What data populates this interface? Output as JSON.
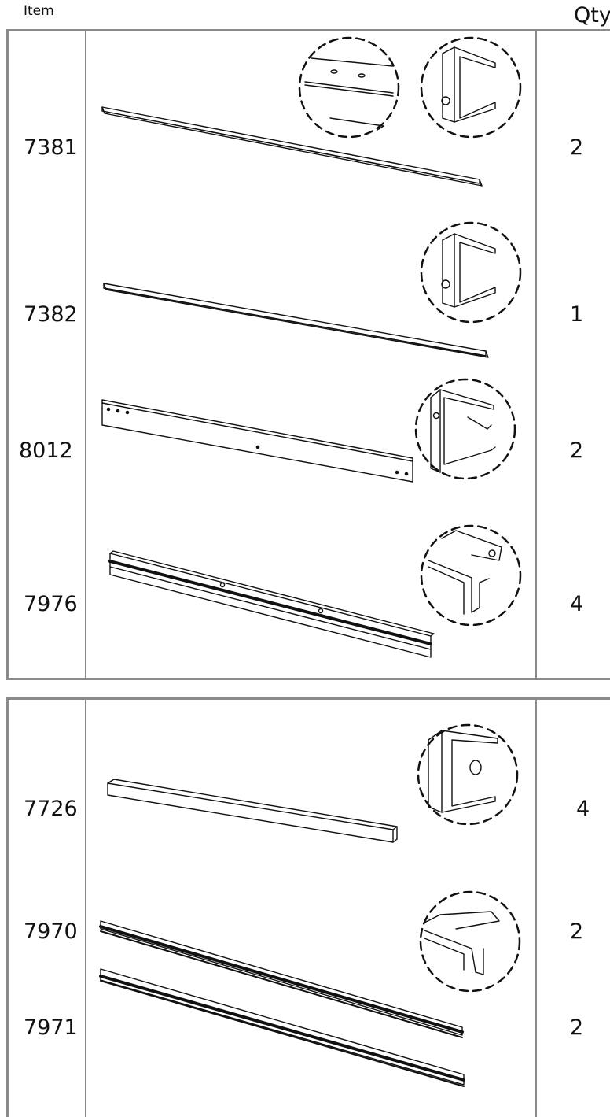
{
  "header": {
    "item_label": "Item",
    "qty_label": "Qty."
  },
  "rows": [
    {
      "item": "7381",
      "qty": "2"
    },
    {
      "item": "7382",
      "qty": "1"
    },
    {
      "item": "8012",
      "qty": "2"
    },
    {
      "item": "7976",
      "qty": "4"
    },
    {
      "item": "7726",
      "qty": "4"
    },
    {
      "item": "7970",
      "qty": "2"
    },
    {
      "item": "7971",
      "qty": "2"
    }
  ]
}
